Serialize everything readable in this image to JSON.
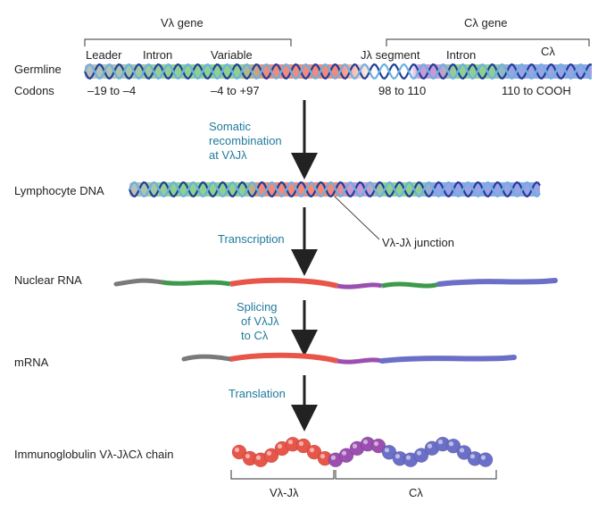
{
  "header": {
    "v_gene": "Vλ gene",
    "c_gene": "Cλ gene"
  },
  "segments": {
    "leader": "Leader",
    "intron1": "Intron",
    "variable": "Variable",
    "j_segment": "Jλ segment",
    "intron2": "Intron",
    "c_lambda": "Cλ"
  },
  "rows": {
    "germline": "Germline",
    "codons": "Codons",
    "lymphocyte_dna": "Lymphocyte DNA",
    "nuclear_rna": "Nuclear RNA",
    "mrna": "mRNA",
    "chain": "Immunoglobulin Vλ-JλCλ chain"
  },
  "codon_ranges": [
    "–19 to –4",
    "–4 to +97",
    "98 to 110",
    "110 to COOH"
  ],
  "steps": {
    "somatic_1": "Somatic",
    "somatic_2": "recombination",
    "somatic_3": "at VλJλ",
    "transcription": "Transcription",
    "splicing_1": "Splicing",
    "splicing_2": "of VλJλ",
    "splicing_3": "to Cλ",
    "translation": "Translation"
  },
  "junction_label": "Vλ-Jλ junction",
  "bottom_labels": {
    "vj": "Vλ-Jλ",
    "c": "Cλ"
  },
  "colors": {
    "leader": "#7a7a7a",
    "intron": "#3c9a4a",
    "variable": "#e8564a",
    "j": "#9b4fb0",
    "constant": "#6b6fc8",
    "step_text": "#1f7a9c"
  }
}
